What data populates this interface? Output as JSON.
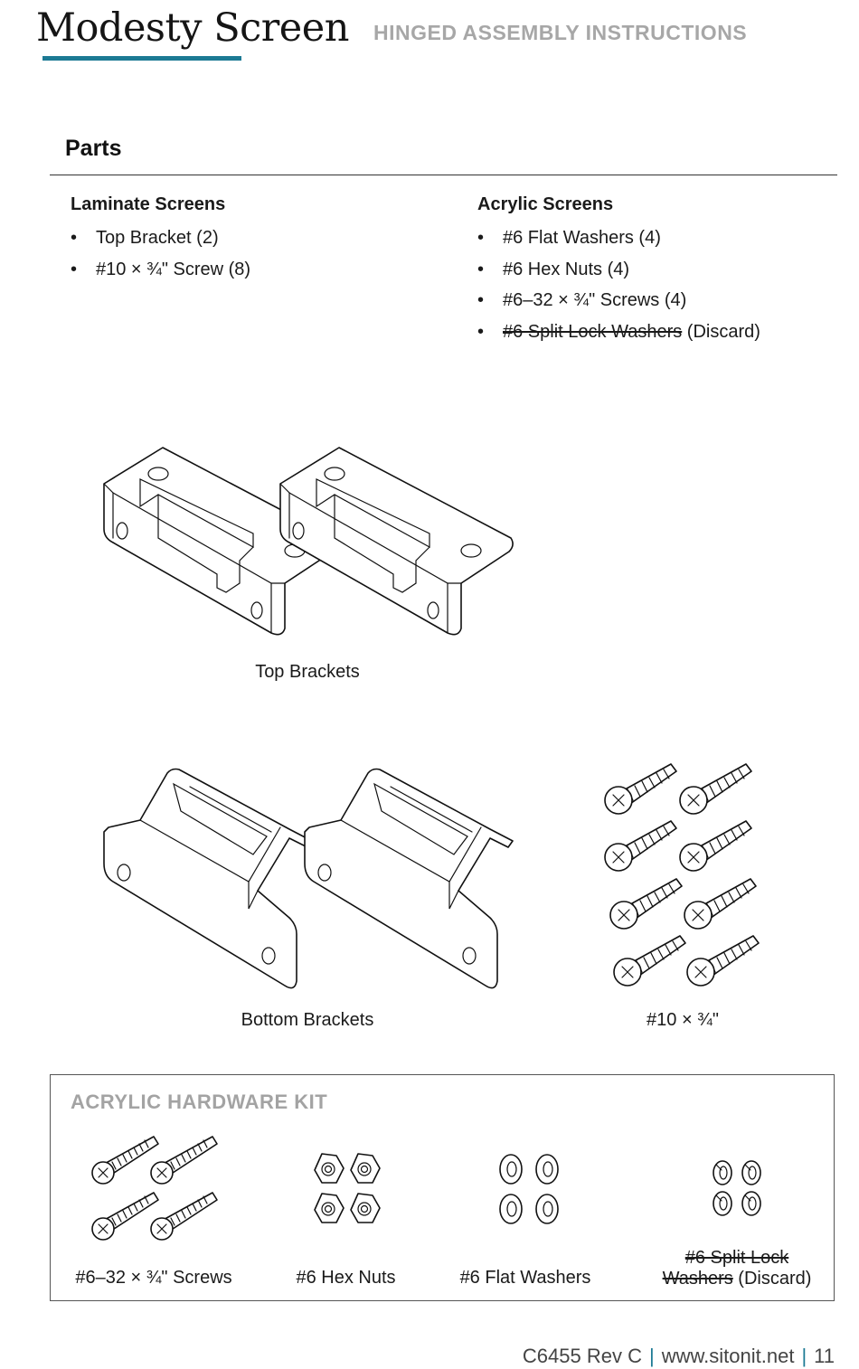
{
  "header": {
    "title": "Modesty Screen",
    "subtitle": "HINGED ASSEMBLY INSTRUCTIONS",
    "accent_color": "#1c7a94"
  },
  "parts": {
    "heading": "Parts",
    "laminate": {
      "heading": "Laminate Screens",
      "items": [
        "Top Bracket (2)",
        "#10 × ¾\" Screw (8)"
      ]
    },
    "acrylic": {
      "heading": "Acrylic Screens",
      "items": [
        "#6 Flat Washers (4)",
        "#6 Hex Nuts (4)",
        "#6–32 × ¾\" Screws (4)"
      ],
      "discard_item": {
        "struck": "#6 Split Lock Washers",
        "note": " (Discard)"
      }
    }
  },
  "illustrations": {
    "top_brackets_caption": "Top Brackets",
    "bottom_brackets_caption": "Bottom Brackets",
    "screws_caption": "#10 × ¾\""
  },
  "kit": {
    "title": "ACRYLIC HARDWARE KIT",
    "screws_caption": "#6–32 × ¾\" Screws",
    "hex_nuts_caption": "#6 Hex Nuts",
    "flat_washers_caption": "#6 Flat Washers",
    "lock_washers_struck_1": "#6 Split Lock",
    "lock_washers_struck_2": "Washers",
    "lock_washers_note": " (Discard)",
    "title_color": "#a3a3a3"
  },
  "footer": {
    "doc_id": "C6455 Rev C",
    "website": "www.sitonit.net",
    "page_number": "11"
  }
}
